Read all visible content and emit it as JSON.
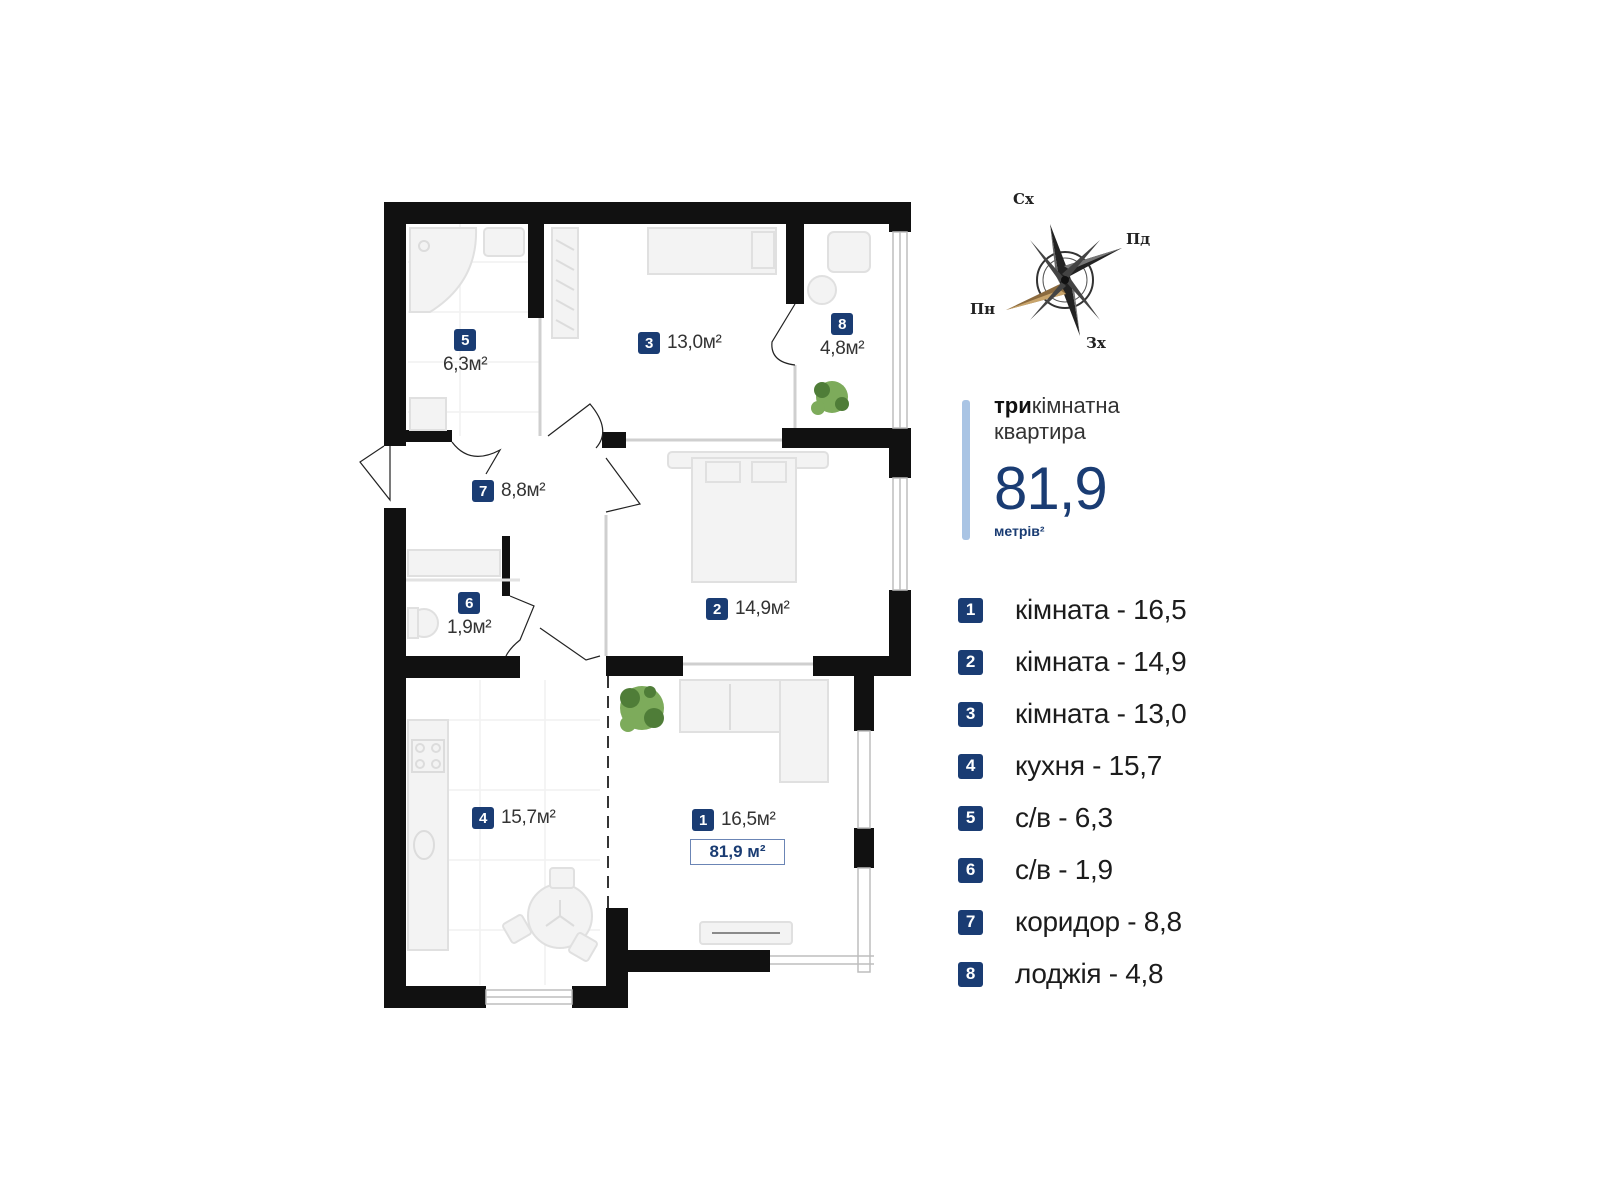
{
  "plan": {
    "rooms": [
      {
        "num": "1",
        "area": "16,5м²"
      },
      {
        "num": "2",
        "area": "14,9м²"
      },
      {
        "num": "3",
        "area": "13,0м²"
      },
      {
        "num": "4",
        "area": "15,7м²"
      },
      {
        "num": "5",
        "area": "6,3м²"
      },
      {
        "num": "6",
        "area": "1,9м²"
      },
      {
        "num": "7",
        "area": "8,8м²"
      },
      {
        "num": "8",
        "area": "4,8м²"
      }
    ],
    "total_label": "81,9 м²"
  },
  "compass": {
    "north": "Сх",
    "east": "Пд",
    "south": "Зх",
    "west": "Пн"
  },
  "info": {
    "type_bold": "три",
    "type_rest": "кімнатна",
    "type_line2": "квартира",
    "area_value": "81,9",
    "area_unit": "метрів²",
    "accent_color": "#a9c4e4",
    "brand_color": "#1a3c73"
  },
  "legend": [
    {
      "num": "1",
      "label": "кімната - 16,5"
    },
    {
      "num": "2",
      "label": "кімната - 14,9"
    },
    {
      "num": "3",
      "label": "кімната - 13,0"
    },
    {
      "num": "4",
      "label": "кухня - 15,7"
    },
    {
      "num": "5",
      "label": "с/в - 6,3"
    },
    {
      "num": "6",
      "label": "с/в - 1,9"
    },
    {
      "num": "7",
      "label": "коридор - 8,8"
    },
    {
      "num": "8",
      "label": "лоджія - 4,8"
    }
  ]
}
